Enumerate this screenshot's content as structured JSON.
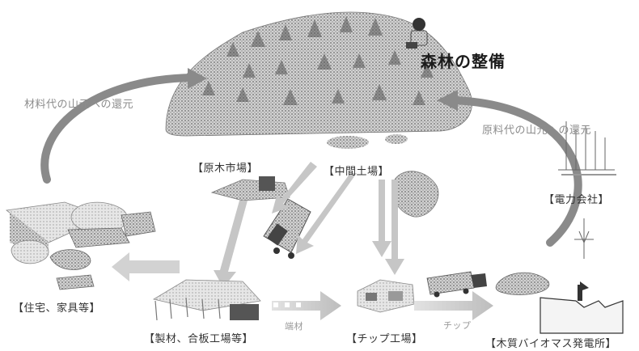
{
  "labels": {
    "forest_maintenance": "森林の整備",
    "return_left": "材料代の山元への還元",
    "return_right": "原料代の山元への還元",
    "log_market": "【原木市場】",
    "intermediate_yard": "【中間土場】",
    "power_company": "【電力会社】",
    "housing_furniture": "【住宅、家具等】",
    "sawmill_plywood": "【製材、合板工場等】",
    "chip_factory": "【チップ工場】",
    "biomass_plant": "【木質バイオマス発電所】",
    "offcut": "端材",
    "chip": "チップ"
  },
  "colors": {
    "ink": "#2a2a2a",
    "arrow_gray": "#8a8a8a",
    "light_gray": "#c9c9c9"
  }
}
